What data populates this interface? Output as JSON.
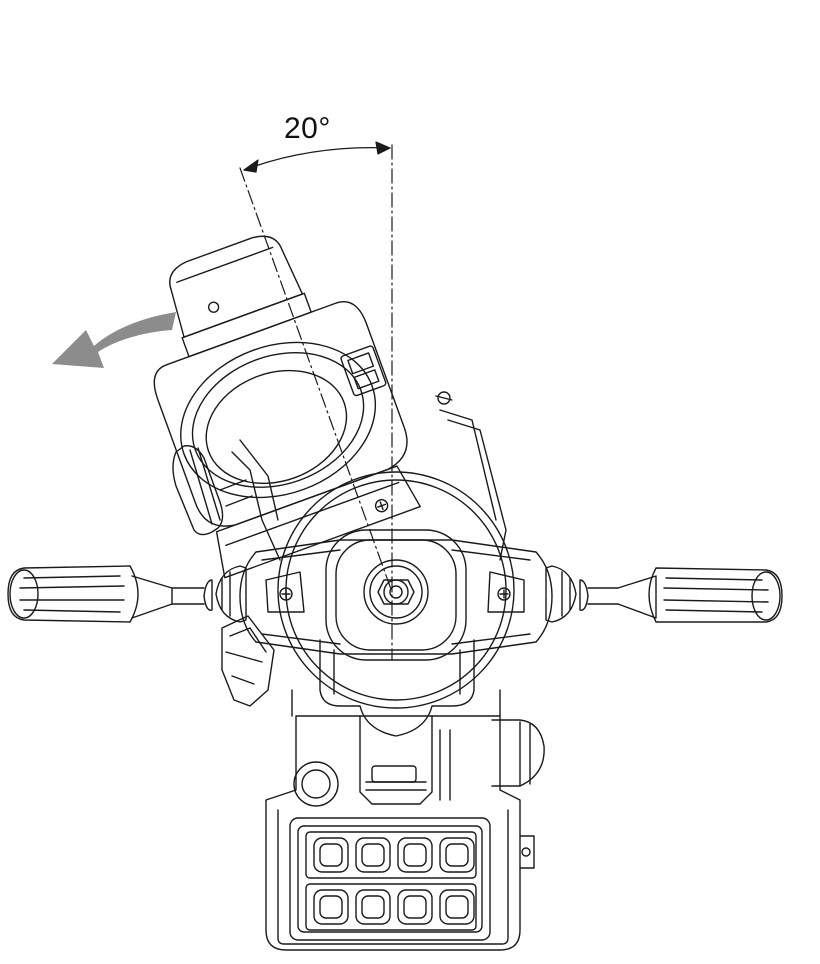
{
  "diagram": {
    "angle_label": "20°",
    "rotation_degrees": 20,
    "rotation_direction": "counterclockwise",
    "colors": {
      "line": "#1a1a1a",
      "arrow": "#8c8c8c",
      "background": "#ffffff"
    }
  }
}
